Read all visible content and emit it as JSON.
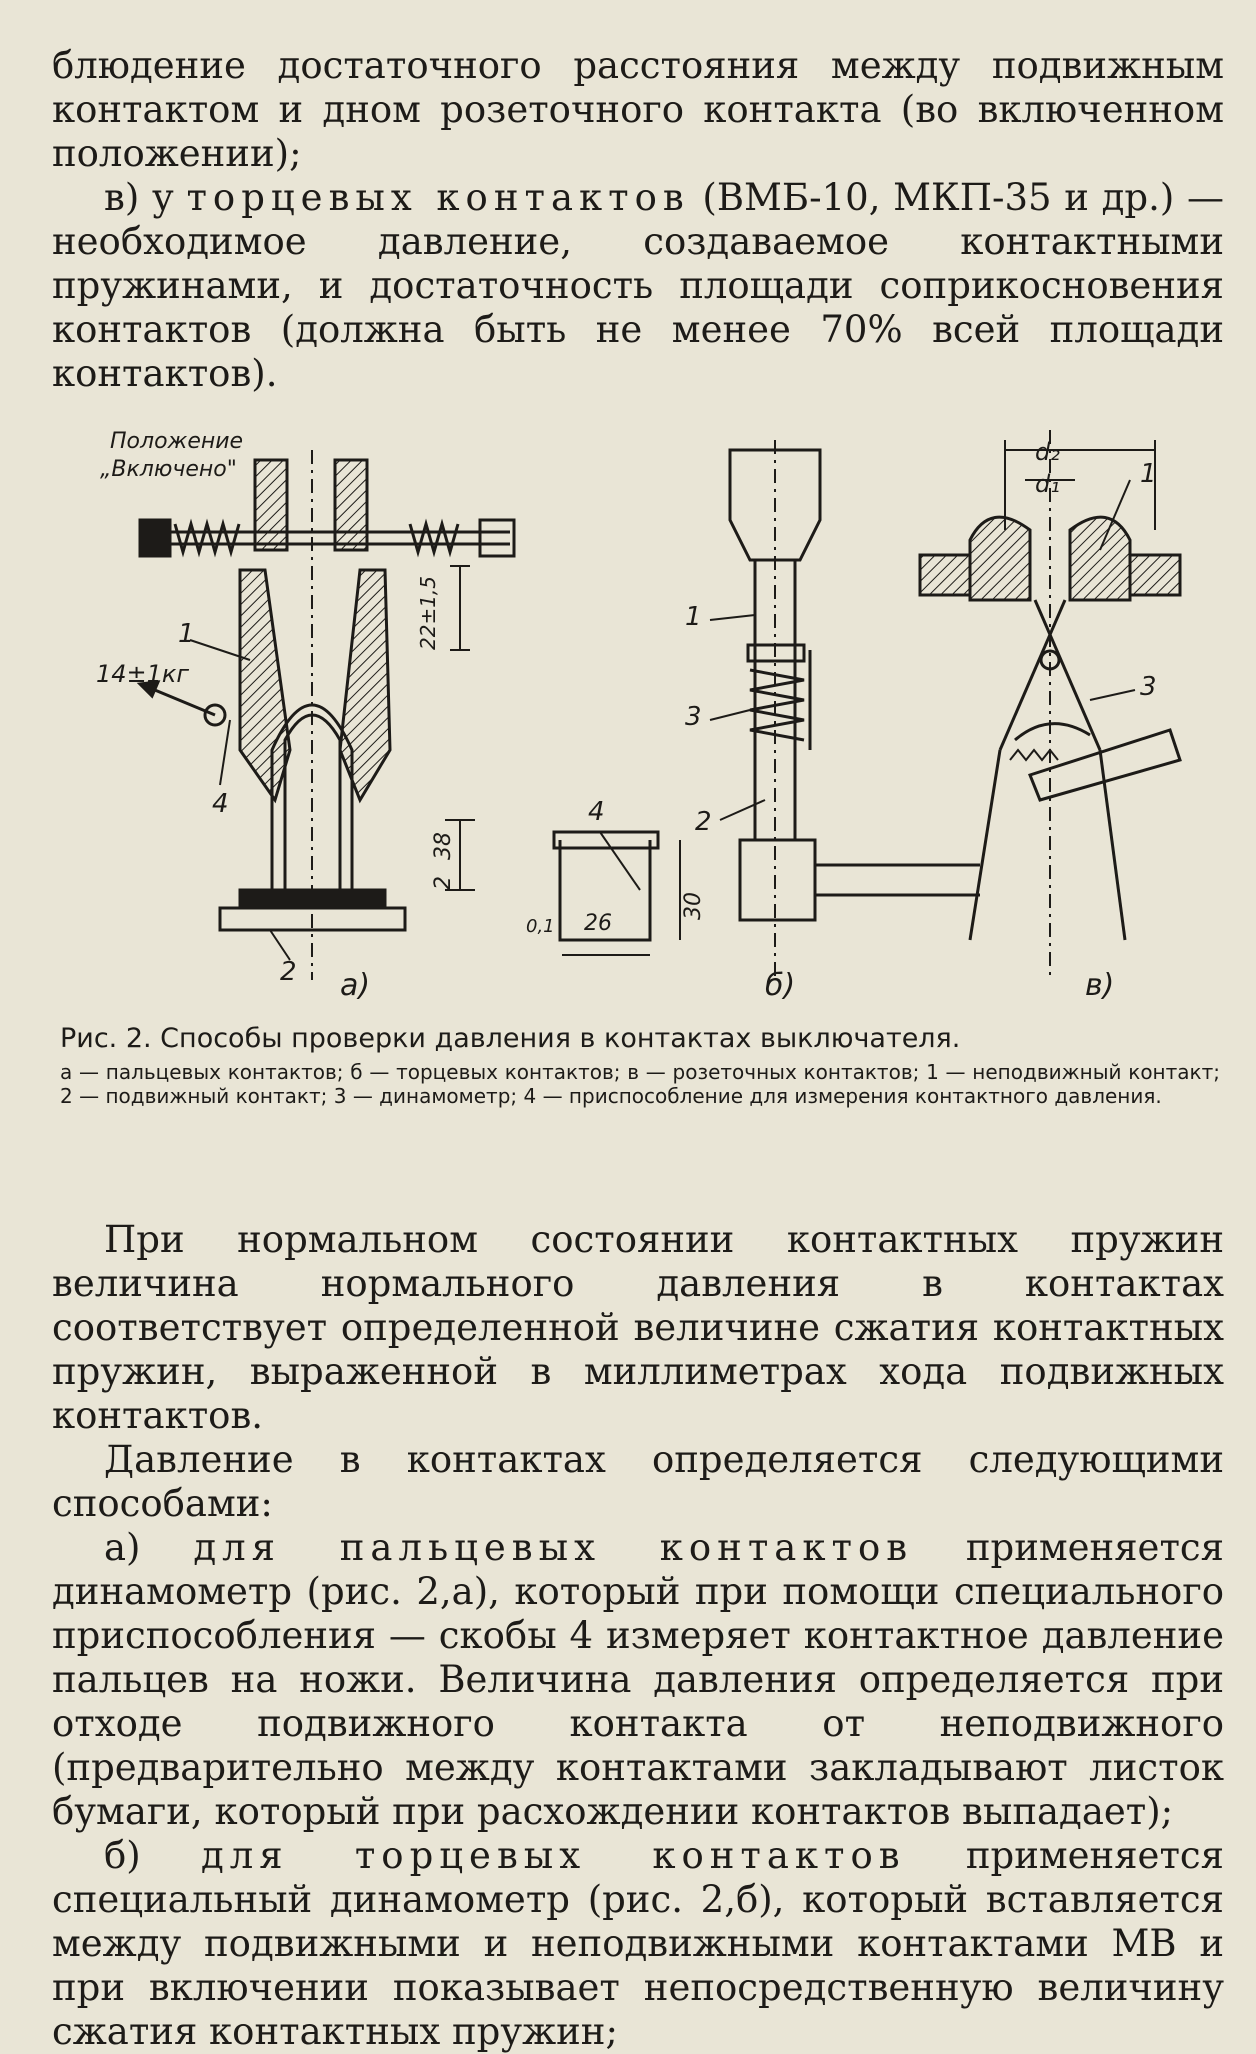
{
  "top_text": {
    "p1": "блюдение достаточного расстояния между подвижным контактом и дном розеточного контакта (во включенном положении);",
    "p2_prefix": "в) у ",
    "p2_spaced": "торцевых контактов",
    "p2_rest": " (ВМБ-10, МКП-35 и др.) — необходимое давление, создаваемое контактными пружинами, и достаточность площади соприкосновения контактов (должна быть не менее 70% всей площади контактов)."
  },
  "figure": {
    "labels": {
      "position_line1": "Положение",
      "position_line2": "„Включено\"",
      "force": "14±1кг",
      "dim_22": "22±1,5",
      "dim_38": "38",
      "dim_2": "2",
      "dim_01": "0,1",
      "dim_26": "26",
      "dim_30": "30",
      "d2": "d₂",
      "d1": "d₁",
      "num_1a": "1",
      "num_4a": "4",
      "num_2a": "2",
      "num_1b": "1",
      "num_3b": "3",
      "num_2b": "2",
      "num_4c": "4",
      "num_1v": "1",
      "num_3v": "3",
      "sub_a": "а)",
      "sub_b": "б)",
      "sub_v": "в)"
    }
  },
  "caption": {
    "title": "Рис. 2. Способы проверки давления в контактах выключателя.",
    "legend": "а — пальцевых контактов; б — торцевых контактов; в — розеточных контактов; 1 — неподвижный контакт; 2 — подвижный контакт; 3 — динамометр; 4 — приспособление для измерения контактного давления."
  },
  "bottom_text": {
    "p1": "При нормальном состоянии контактных пружин величина нормального давления в контактах соответствует определенной величине сжатия контактных пружин, выраженной в миллиметрах хода подвижных контактов.",
    "p2": "Давление в контактах определяется следующими способами:",
    "p3_prefix": "а) ",
    "p3_spaced": "для пальцевых контактов",
    "p3_rest": " применяется динамометр (рис. 2,а), который при помощи специального приспособления — скобы 4 измеряет контактное давление пальцев на ножи. Величина давления определяется при отходе подвижного контакта от неподвижного (предварительно между контактами закладывают листок бумаги, который при расхождении контактов выпадает);",
    "p4_prefix": "б) ",
    "p4_spaced": "для торцевых контактов",
    "p4_rest": " применяется специальный динамометр (рис. 2,б), который вставляется между подвижными и неподвижными контактами МВ и при включении показывает непосредственную величину сжатия контактных пружин;"
  }
}
